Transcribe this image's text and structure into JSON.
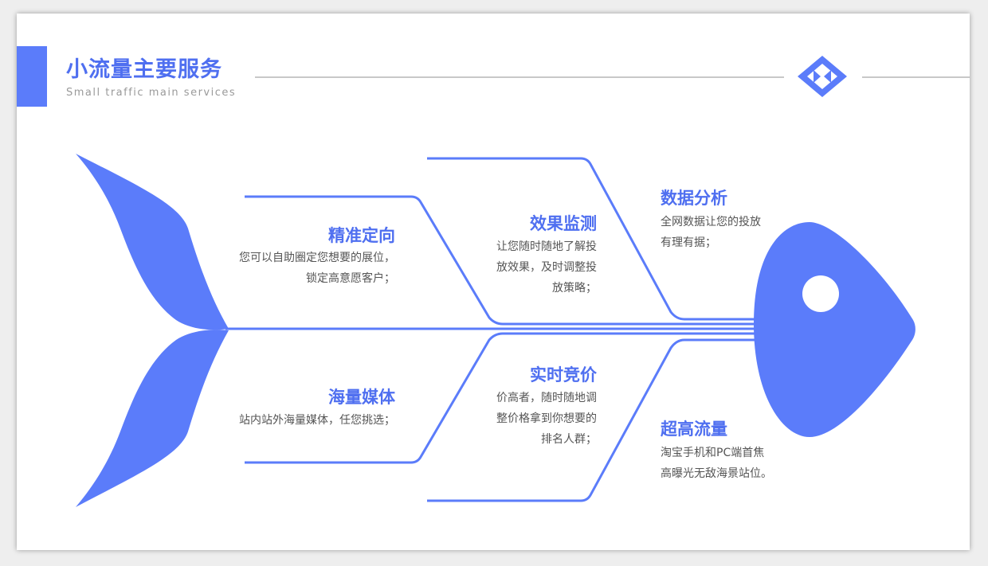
{
  "colors": {
    "accent": "#5b7cfa",
    "title": "#4f6ff0",
    "text": "#555555",
    "subtitle": "#9a9a9a",
    "line": "#c8c8c8"
  },
  "header": {
    "title": "小流量主要服务",
    "subtitle": "Small traffic main services",
    "logo_icon": "diamond-logo-icon"
  },
  "branches": [
    {
      "title": "精准定向",
      "lines": [
        "您可以自助圈定您想要的展位，",
        "锁定高意愿客户；"
      ]
    },
    {
      "title": "效果监测",
      "lines": [
        "让您随时随地了解投",
        "放效果，及时调整投",
        "放策略；"
      ]
    },
    {
      "title": "数据分析",
      "lines": [
        "全网数据让您的投放",
        "有理有据；"
      ]
    },
    {
      "title": "海量媒体",
      "lines": [
        "站内站外海量媒体，任您挑选；"
      ]
    },
    {
      "title": "实时竞价",
      "lines": [
        "价高者，随时随地调",
        "整价格拿到你想要的",
        "排名人群；"
      ]
    },
    {
      "title": "超高流量",
      "lines": [
        "淘宝手机和PC端首焦",
        "高曝光无敌海景站位。"
      ]
    }
  ]
}
